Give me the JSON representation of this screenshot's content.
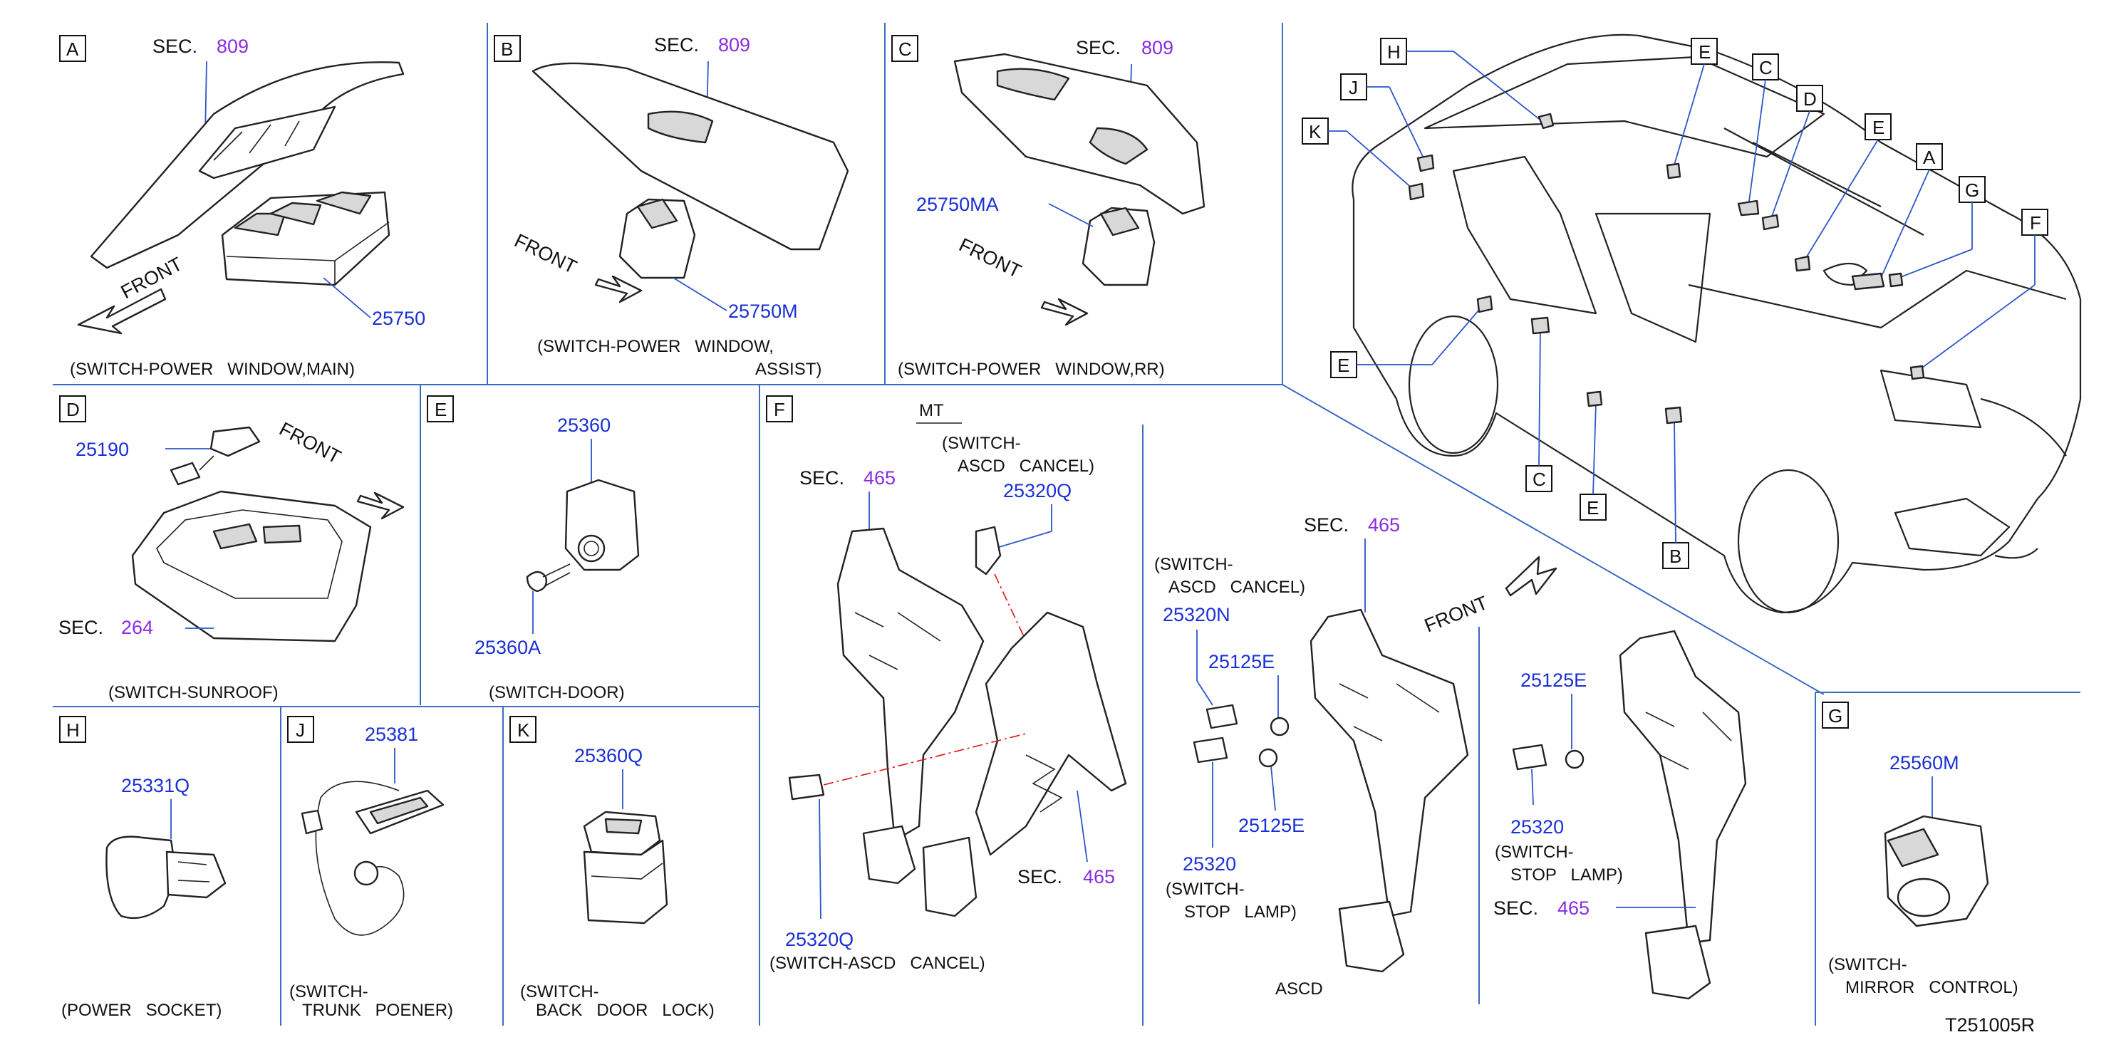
{
  "panels": {
    "A": {
      "letter": "A",
      "sec_label": "SEC.",
      "sec_num": "809",
      "part": "25750",
      "front": "FRONT",
      "caption": "(SWITCH-POWER   WINDOW,MAIN)"
    },
    "B": {
      "letter": "B",
      "sec_label": "SEC.",
      "sec_num": "809",
      "part": "25750M",
      "front": "FRONT",
      "caption1": "(SWITCH-POWER   WINDOW,",
      "caption2": "ASSIST)"
    },
    "C": {
      "letter": "C",
      "sec_label": "SEC.",
      "sec_num": "809",
      "part": "25750MA",
      "front": "FRONT",
      "caption": "(SWITCH-POWER   WINDOW,RR)"
    },
    "D": {
      "letter": "D",
      "part": "25190",
      "front": "FRONT",
      "sec_label": "SEC.",
      "sec_num": "264",
      "caption": "(SWITCH-SUNROOF)"
    },
    "E": {
      "letter": "E",
      "part1": "25360",
      "part2": "25360A",
      "caption": "(SWITCH-DOOR)"
    },
    "F": {
      "letter": "F",
      "mt": "MT",
      "asc_cap1": "(SWITCH-",
      "asc_cap2": "ASCD   CANCEL)",
      "part_top": "25320Q",
      "sec_label": "SEC.",
      "sec_num": "465",
      "part_bottom": "25320Q",
      "caption": "(SWITCH-ASCD   CANCEL)",
      "mid": {
        "cap1": "(SWITCH-",
        "cap2": "ASCD   CANCEL)",
        "p1": "25320N",
        "p2": "25125E",
        "p3": "25125E",
        "p4": "25320",
        "cap3": "(SWITCH-",
        "cap4": "STOP   LAMP)",
        "ascd": "ASCD",
        "front": "FRONT",
        "sec_label": "SEC.",
        "sec_num": "465"
      },
      "right": {
        "p1": "25125E",
        "p2": "25320",
        "cap1": "(SWITCH-",
        "cap2": "STOP   LAMP)",
        "sec_label": "SEC.",
        "sec_num": "465"
      }
    },
    "G": {
      "letter": "G",
      "part": "25560M",
      "caption1": "(SWITCH-",
      "caption2": "MIRROR   CONTROL)"
    },
    "H": {
      "letter": "H",
      "part": "25331Q",
      "caption": "(POWER   SOCKET)"
    },
    "J": {
      "letter": "J",
      "part": "25381",
      "caption1": "(SWITCH-",
      "caption2": "TRUNK   POENER)"
    },
    "K": {
      "letter": "K",
      "part": "25360Q",
      "caption1": "(SWITCH-",
      "caption2": "BACK   DOOR   LOCK)"
    }
  },
  "vehicle": {
    "callouts": [
      "H",
      "J",
      "K",
      "E",
      "C",
      "D",
      "E",
      "A",
      "G",
      "F",
      "E",
      "C",
      "E",
      "B"
    ]
  },
  "diagram_code": "T251005R"
}
